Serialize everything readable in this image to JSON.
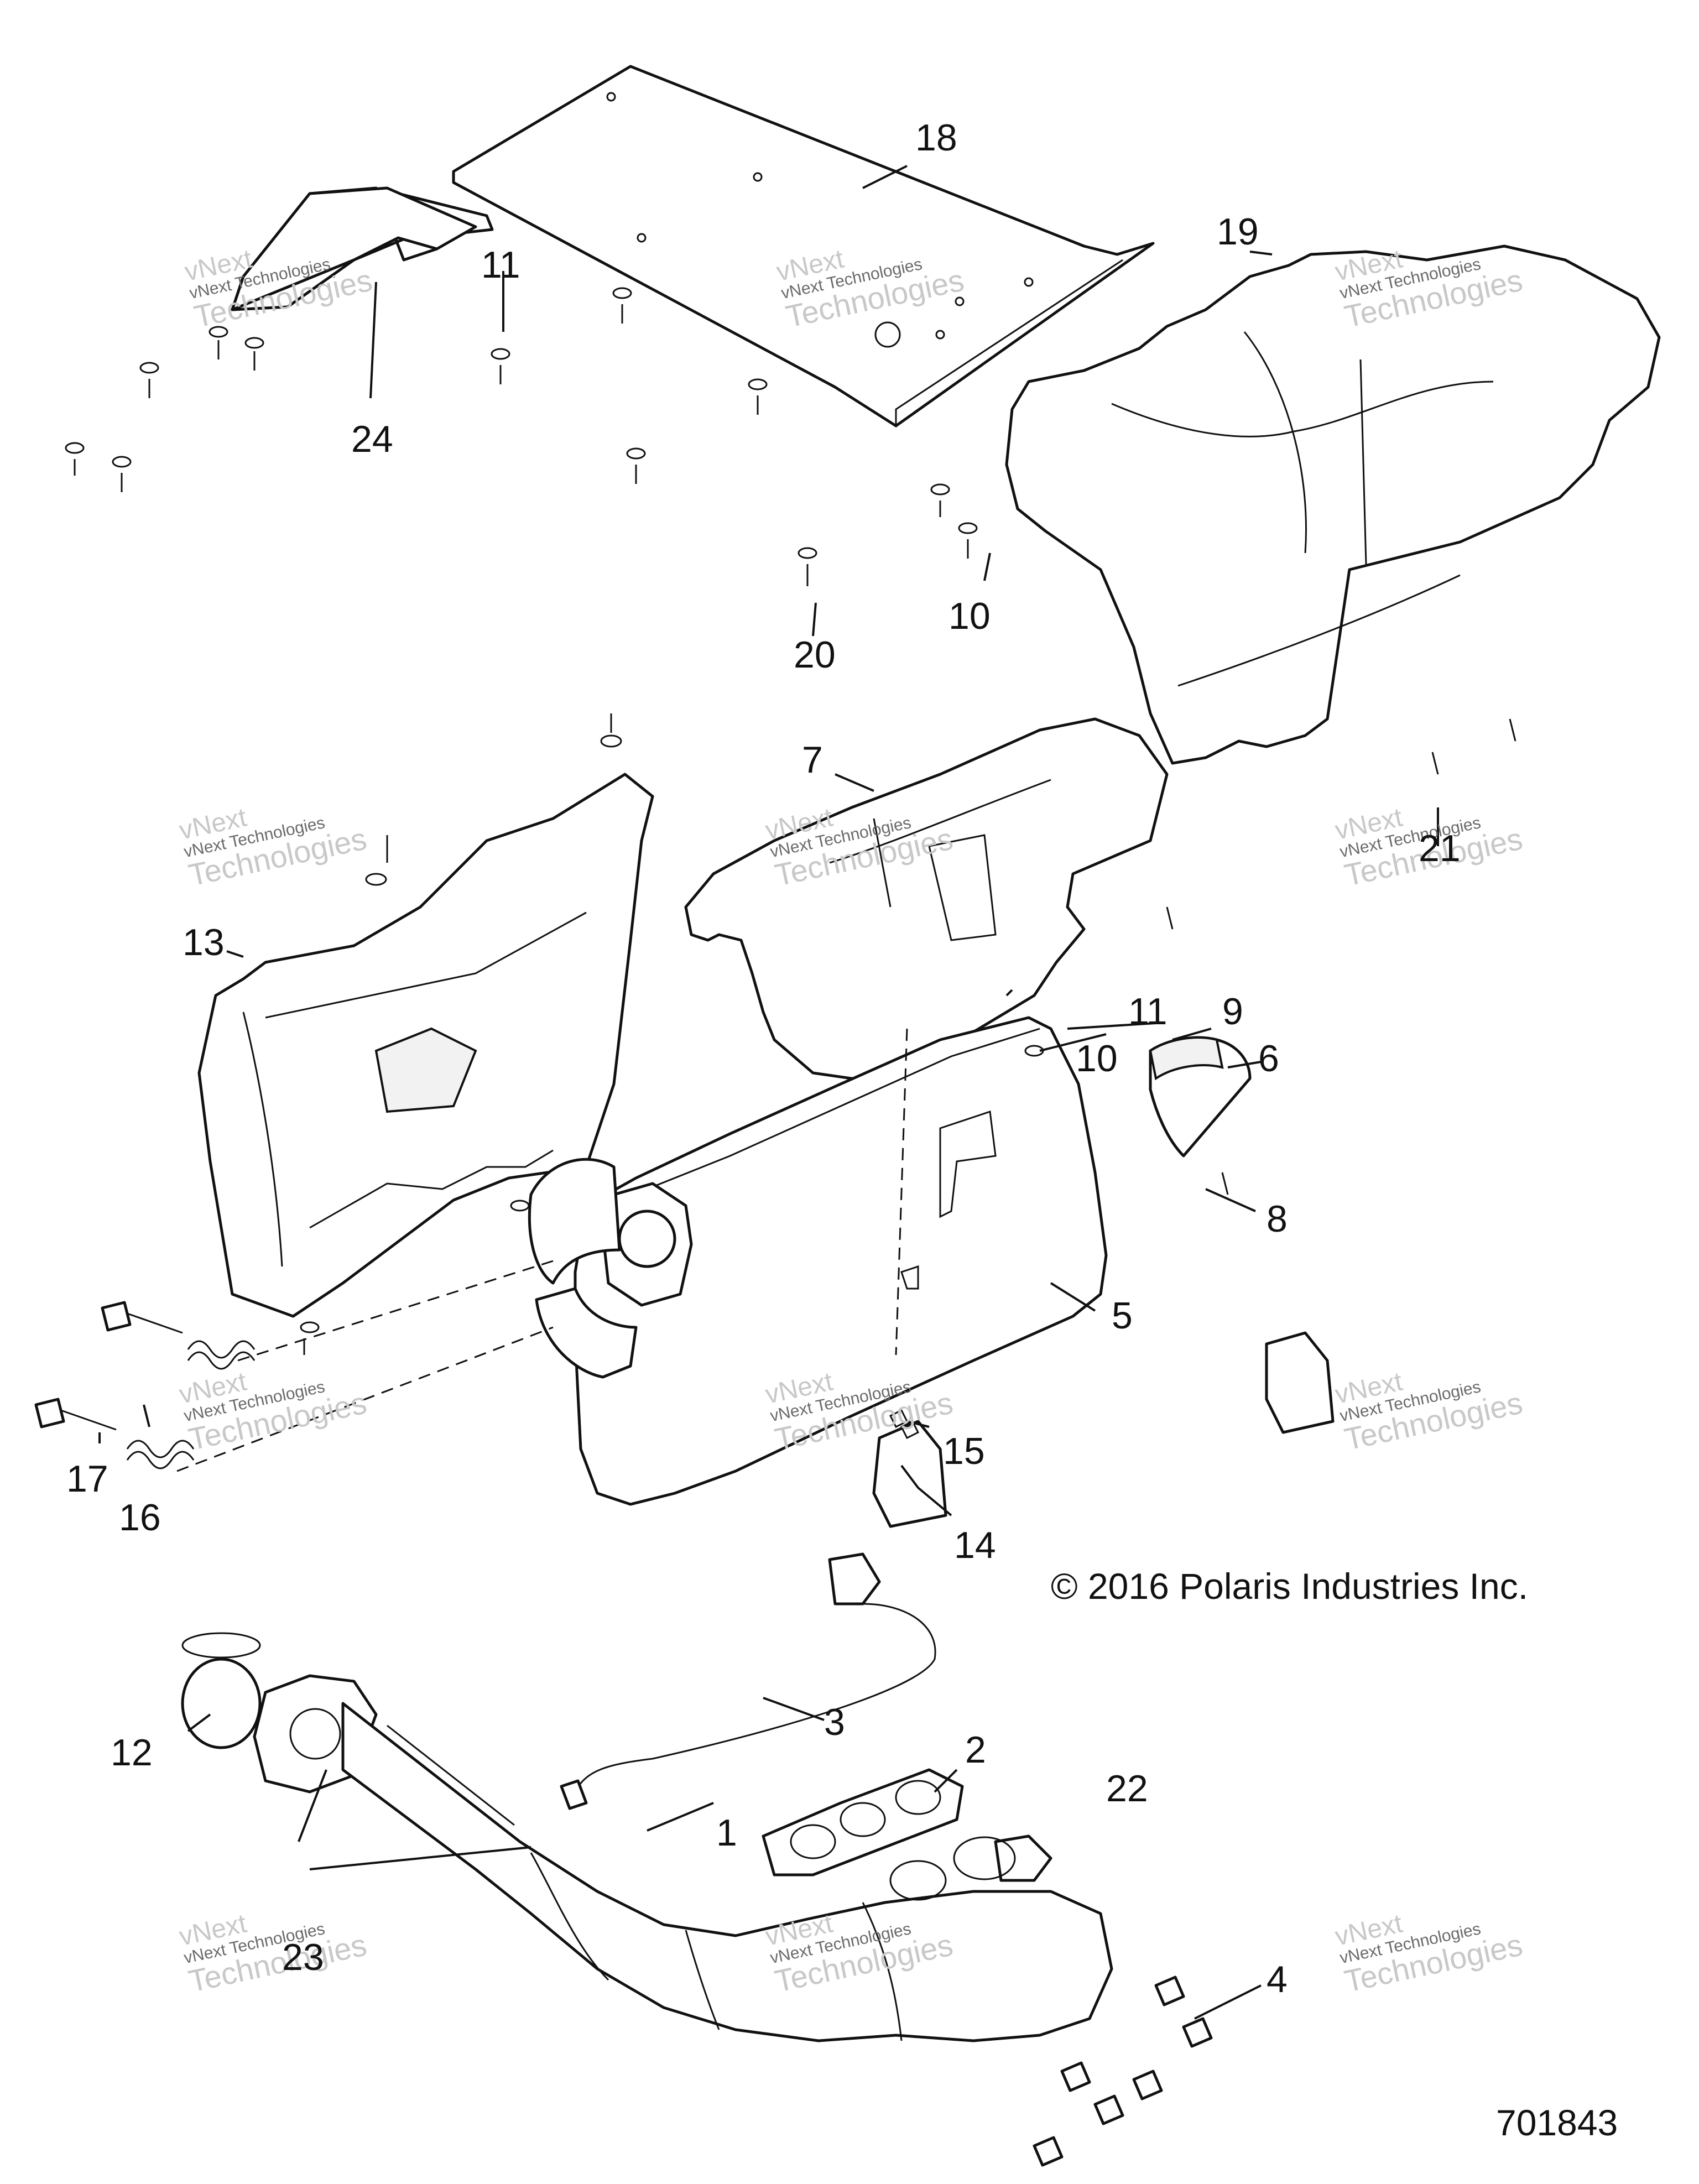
{
  "callouts": {
    "c1": "1",
    "c2": "2",
    "c3": "3",
    "c4": "4",
    "c5": "5",
    "c6": "6",
    "c7": "7",
    "c8": "8",
    "c9": "9",
    "c10a": "10",
    "c10b": "10",
    "c11a": "11",
    "c11b": "11",
    "c12": "12",
    "c13": "13",
    "c14": "14",
    "c15": "15",
    "c16": "16",
    "c17": "17",
    "c18": "18",
    "c19": "19",
    "c20": "20",
    "c21": "21",
    "c22": "22",
    "c23": "23",
    "c24": "24"
  },
  "watermark": {
    "line1": "vNext",
    "line2": "vNext Technologies",
    "line3": "Technologies"
  },
  "copyright": "© 2016 Polaris Industries Inc.",
  "diagram_number": "701843"
}
